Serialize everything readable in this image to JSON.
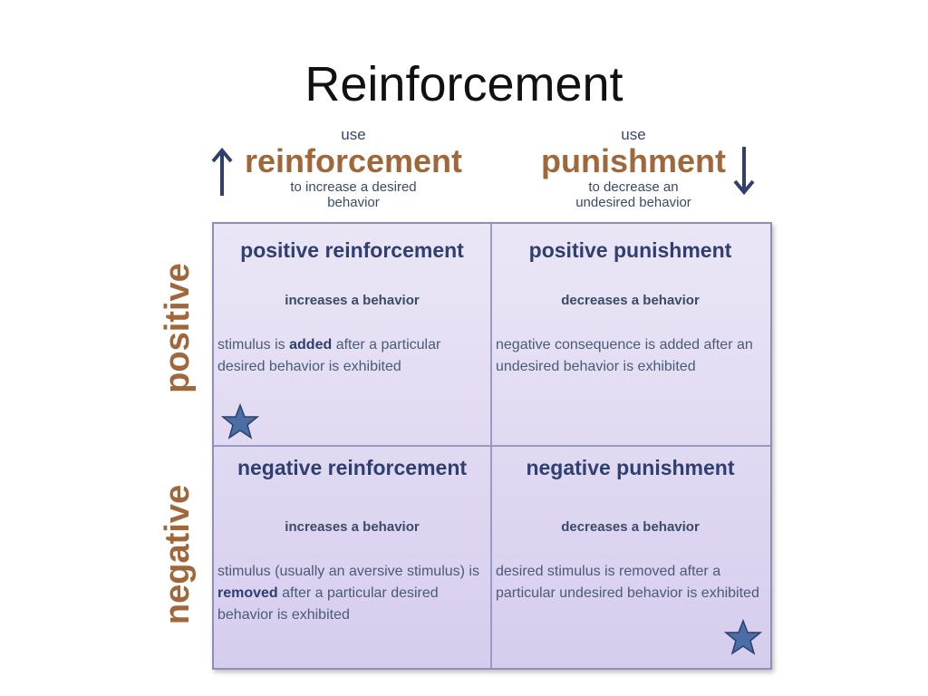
{
  "title": "Reinforcement",
  "columns": {
    "reinforcement": {
      "use": "use",
      "label": "reinforcement",
      "purpose_line1": "to increase a desired",
      "purpose_line2": "behavior"
    },
    "punishment": {
      "use": "use",
      "label": "punishment",
      "purpose_line1": "to decrease an",
      "purpose_line2": "undesired behavior"
    }
  },
  "rows": {
    "positive": "positive",
    "negative": "negative"
  },
  "cells": {
    "positive_reinforcement": {
      "title": "positive reinforcement",
      "effect": "increases a behavior",
      "desc_pre": "stimulus is ",
      "desc_bold": "added",
      "desc_post": " after a particular desired behavior is exhibited"
    },
    "positive_punishment": {
      "title": "positive punishment",
      "effect": "decreases a behavior",
      "desc": "negative consequence  is added after an undesired behavior is exhibited"
    },
    "negative_reinforcement": {
      "title": "negative reinforcement",
      "effect": "increases a behavior",
      "desc_pre": "stimulus (usually an aversive stimulus) is ",
      "desc_bold": "removed",
      "desc_post": " after a particular desired behavior is exhibited"
    },
    "negative_punishment": {
      "title": "negative punishment",
      "effect": "decreases a behavior",
      "desc": "desired stimulus is removed after a particular undesired behavior is exhibited"
    }
  },
  "icons": {
    "up_arrow": "arrow-up-icon",
    "down_arrow": "arrow-down-icon",
    "star": "star-icon"
  },
  "colors": {
    "accent_brown": "#a0683a",
    "accent_navy": "#2e3f70",
    "star_blue": "#4a6fa5"
  }
}
